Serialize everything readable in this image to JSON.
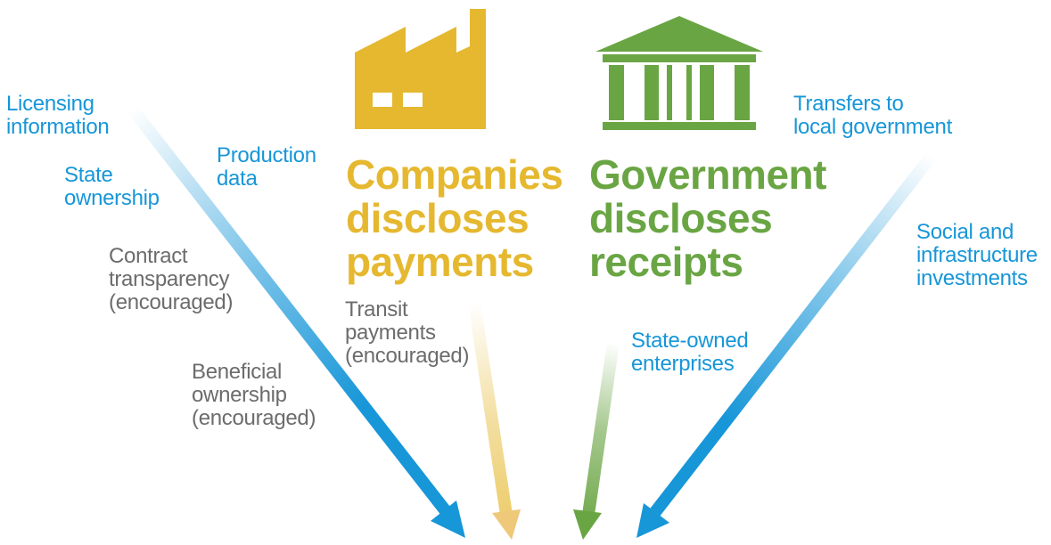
{
  "colors": {
    "blue": "#1796d8",
    "gold": "#e5b830",
    "green": "#6aa544",
    "gray": "#6c6c6c"
  },
  "icons": {
    "company": "factory-icon",
    "government": "government-building-icon"
  },
  "companies": {
    "title": "Companies\ndiscloses\npayments"
  },
  "government": {
    "title": "Government\ndiscloses\nreceipts"
  },
  "left_items": {
    "licensing": "Licensing\ninformation",
    "state_ownership": "State\nownership",
    "production": "Production\ndata",
    "contract": "Contract\ntransparency\n(encouraged)",
    "beneficial": "Beneficial\nownership\n(encouraged)",
    "transit": "Transit\npayments\n(encouraged)"
  },
  "right_items": {
    "transfers": "Transfers to\nlocal government",
    "social": "Social and\ninfrastructure\ninvestments",
    "soe": "State-owned\nenterprises"
  }
}
